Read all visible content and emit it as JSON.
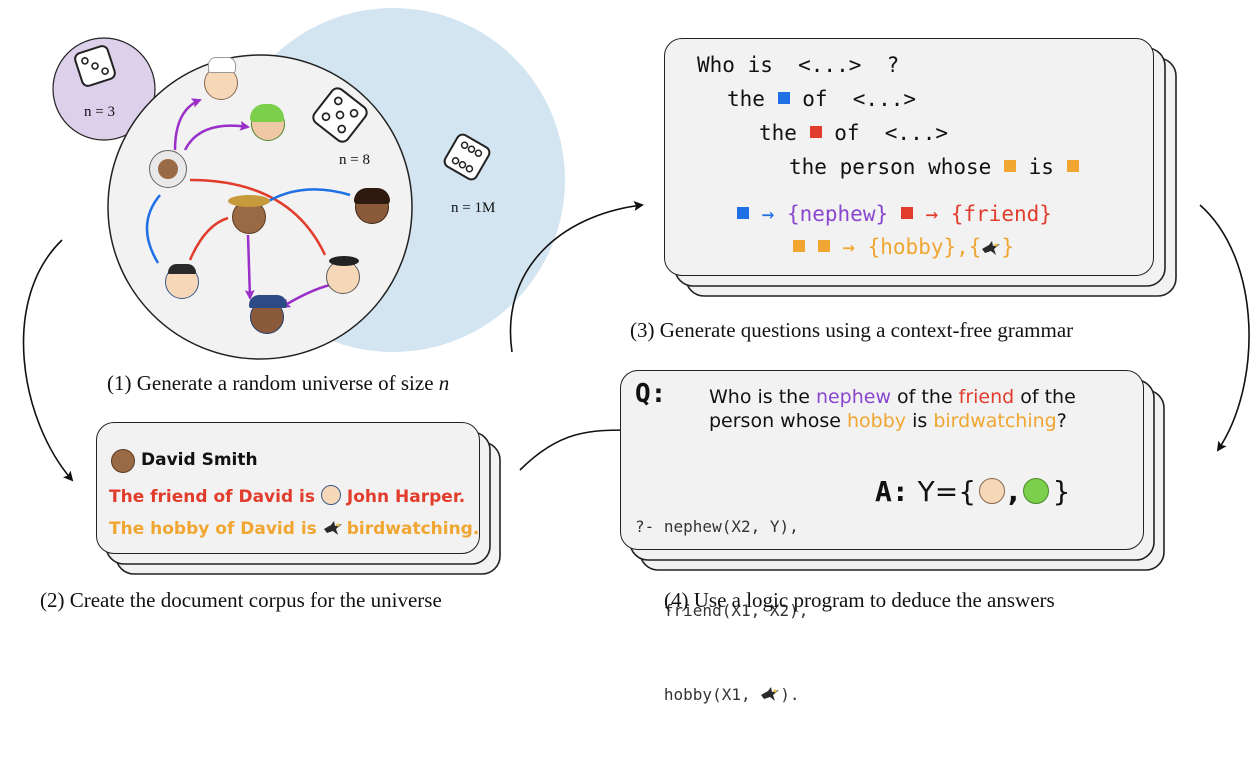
{
  "universe": {
    "n_small": "n = 3",
    "n_mid": "n = 8",
    "n_large": "n = 1M",
    "caption_prefix": "(1) Generate a random universe of size ",
    "caption_var": "n"
  },
  "grammar": {
    "line1_a": "Who is  <...>  ?",
    "line2_a": "the ",
    "line2_b": " of  <...>",
    "line3_a": "the ",
    "line3_b": " of  <...>",
    "line4_a": "the person whose ",
    "line4_b": " is ",
    "rule1_arrow": "→",
    "rule1_value": "{nephew}",
    "rule2_arrow": "→",
    "rule2_value": "{friend}",
    "rule3_arrow": "→",
    "rule3_value": "{hobby},{",
    "rule3_close": "}",
    "caption": "(3) Generate questions using a context-free grammar"
  },
  "document": {
    "name": "David Smith",
    "friend_prefix": "The friend of David is ",
    "friend_name": "John Harper.",
    "hobby_prefix": "The hobby of David is ",
    "hobby_name": "birdwatching.",
    "caption": "(2) Create the document corpus for the universe"
  },
  "query": {
    "q_label": "Q:",
    "q_part1": "Who is the ",
    "q_nephew": "nephew",
    "q_part2": " of the ",
    "q_friend": "friend",
    "q_part3": " of the",
    "q_part4": "person whose ",
    "q_hobby": "hobby",
    "q_part5": " is ",
    "q_birdwatching": "birdwatching",
    "q_part6": "?",
    "prog1": "?- nephew(X2, Y),",
    "prog2": "   friend(X1, X2),",
    "prog3_a": "   hobby(X1, ",
    "prog3_b": ").",
    "a_label": "A:",
    "a_open": "Y={",
    "a_sep": ",",
    "a_close": "}",
    "caption": "(4) Use a logic program to deduce the answers"
  },
  "colors": {
    "blue_square": "#1f6fe5",
    "red_square": "#e23c2c",
    "orange_square": "#f0a630",
    "purple_text": "#8a46cf",
    "small_circle": "#ddd0ea",
    "large_circle": "#d2e5f1",
    "mid_circle": "#f2f2f2"
  }
}
